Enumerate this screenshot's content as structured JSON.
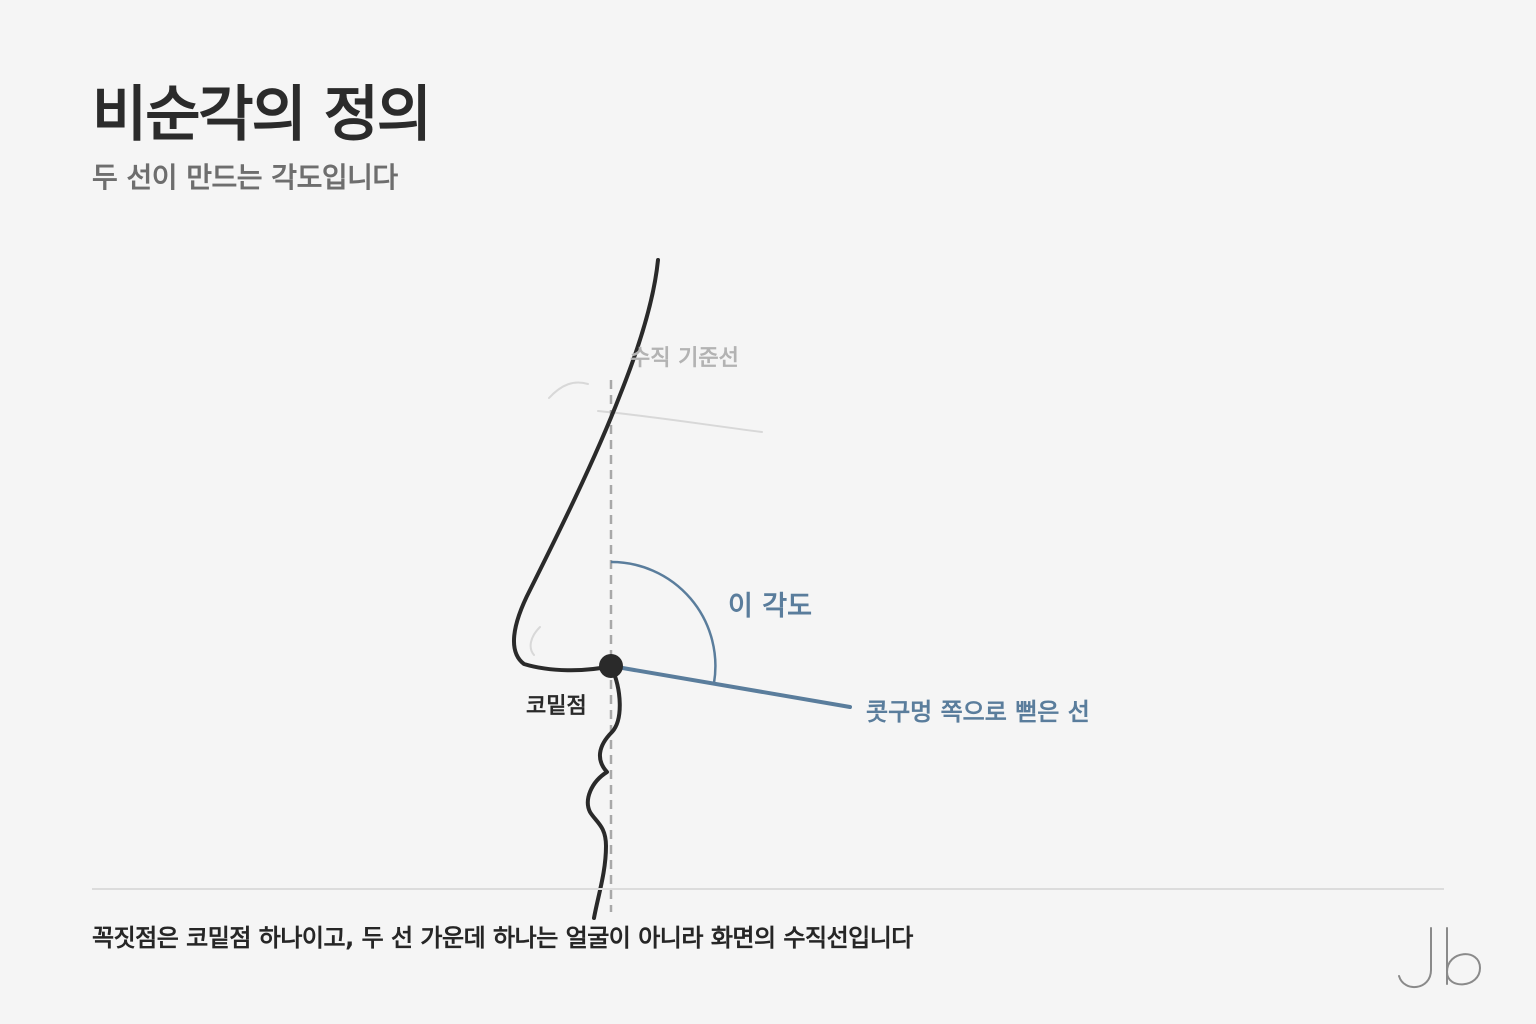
{
  "title": "비순각의 정의",
  "subtitle": "두 선이 만드는 각도입니다",
  "diagram": {
    "vertical_line_label": "수직 기준선",
    "angle_label": "이 각도",
    "nostril_line_label": "콧구멍 쪽으로 뻗은 선",
    "vertex_label": "코밑점",
    "colors": {
      "profile": "#2a2a2a",
      "vertical_line": "#a8a8a8",
      "accent": "#5a7d9c",
      "faint_lines": "#d8d8d8"
    }
  },
  "caption": "꼭짓점은 코밑점 하나이고, 두 선 가운데 하나는 얼굴이 아니라 화면의 수직선입니다",
  "logo": "Jb"
}
